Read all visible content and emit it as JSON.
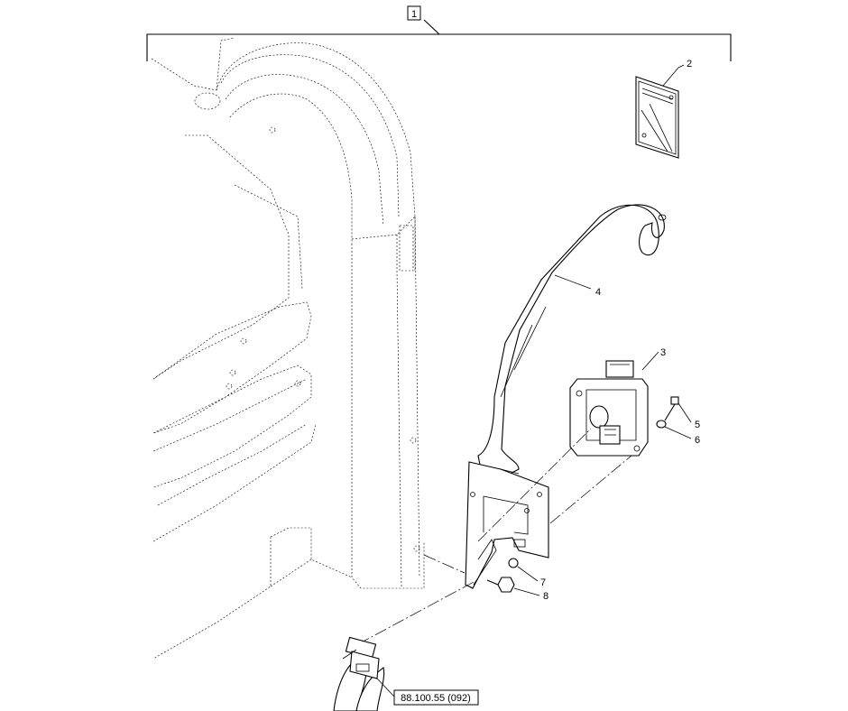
{
  "assembly_number": "1",
  "callouts": [
    {
      "id": "2",
      "text": "2"
    },
    {
      "id": "3",
      "text": "3"
    },
    {
      "id": "4",
      "text": "4"
    },
    {
      "id": "5",
      "text": "5"
    },
    {
      "id": "6",
      "text": "6"
    },
    {
      "id": "7",
      "text": "7"
    },
    {
      "id": "8",
      "text": "8"
    }
  ],
  "reference": "88.100.55 (092)",
  "colors": {
    "line": "#000000",
    "background": "#ffffff"
  }
}
